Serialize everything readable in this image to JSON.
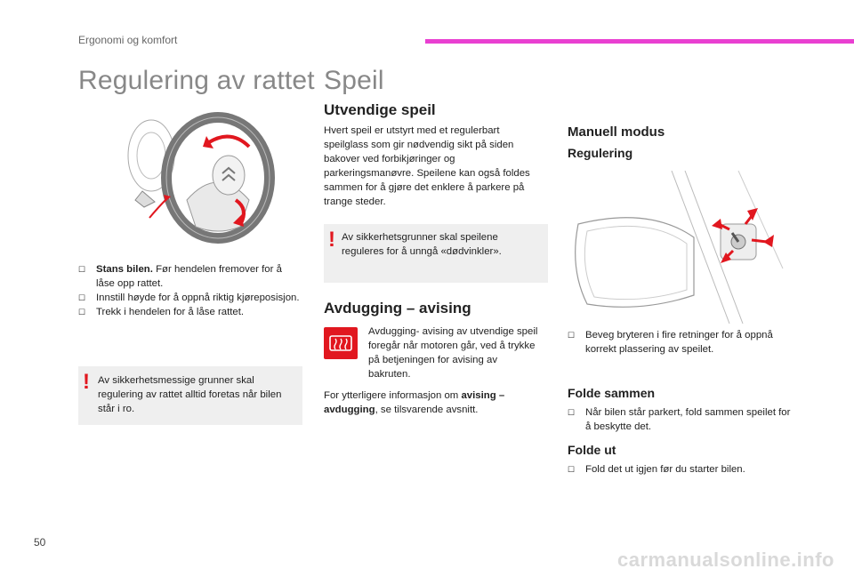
{
  "header": {
    "section": "Ergonomi og komfort",
    "accent": "#e93fd1"
  },
  "page_number": "50",
  "left": {
    "title": "Regulering av rattet",
    "bullets": [
      {
        "bold": "Stans bilen.",
        "text": " Før hendelen fremover for å låse opp rattet."
      },
      {
        "bold": "",
        "text": "Innstill høyde for å oppnå riktig kjøreposisjon."
      },
      {
        "bold": "",
        "text": "Trekk i hendelen for å låse rattet."
      }
    ],
    "warning": "Av sikkerhetsmessige grunner skal regulering av rattet alltid foretas når bilen står i ro."
  },
  "middle": {
    "title": "Speil",
    "subtitle": "Utvendige speil",
    "intro": "Hvert speil er utstyrt med et regulerbart speilglass som gir nødvendig sikt på siden bakover ved forbikjøringer og parkeringsmanøvre. Speilene kan også foldes sammen for å gjøre det enklere å parkere på trange steder.",
    "warning": "Av sikkerhetsgrunner skal speilene reguleres for å unngå «dødvinkler».",
    "demist_title": "Avdugging – avising",
    "demist_text": "Avdugging- avising av utvendige speil foregår når motoren går, ved å trykke på betjeningen for avising av bakruten.",
    "more_info_prefix": "For ytterligere informasjon om ",
    "more_info_bold": "avising – avdugging",
    "more_info_suffix": ", se tilsvarende avsnitt."
  },
  "right": {
    "manual_title": "Manuell modus",
    "adjust_title": "Regulering",
    "adjust_bullet": "Beveg bryteren i fire retninger for å oppnå korrekt plassering av speilet.",
    "fold_title": "Folde sammen",
    "fold_bullet": "Når bilen står parkert, fold sammen speilet for å beskytte det.",
    "unfold_title": "Folde ut",
    "unfold_bullet": "Fold det ut igjen før du starter bilen."
  },
  "colors": {
    "warning_red": "#e1171f",
    "box_grey": "#efefef"
  },
  "watermark": "carmanualsonline.info"
}
